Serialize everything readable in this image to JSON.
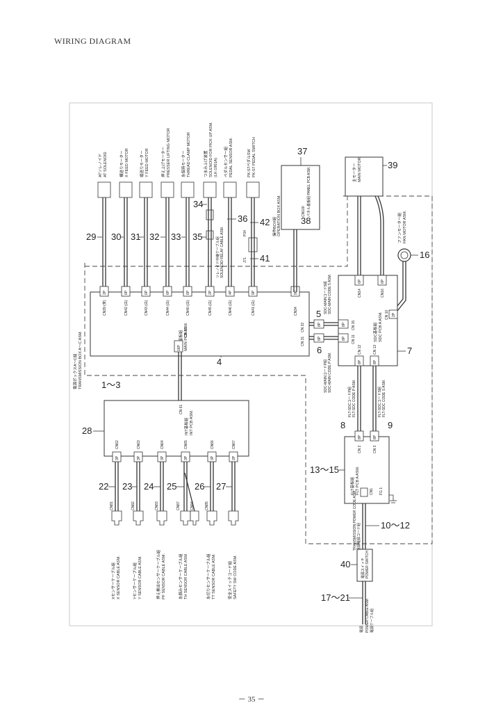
{
  "page": {
    "title": "WIRING DIAGRAM",
    "page_number": "－ 35 －"
  },
  "devices": [
    {
      "jp": "ATソレノイド",
      "en": "AT SOLENOID"
    },
    {
      "jp": "横送りモーター",
      "en": "X FEED MOTOR"
    },
    {
      "jp": "縦送りモーター",
      "en": "Y FEED MOTOR"
    },
    {
      "jp": "押え上げモーター",
      "en": "PRESSER LIFTING MOTOR"
    },
    {
      "jp": "糸保持モーター",
      "en": "THREAD CLAMP MOTOR"
    },
    {
      "jp": "つまみ上げ装置",
      "en": "SOLENOID FOR PICK UP ASM.",
      "extra": "(LK-1901A)"
    },
    {
      "jp": "ペダルセンサー組",
      "en": "PEDAL SENSOR ASM."
    },
    {
      "jp": "PK-57ペダルSW",
      "en": "PK-57 PEDAL SWITCH"
    }
  ],
  "cable_numbers": [
    "29",
    "30",
    "31",
    "32",
    "33",
    "35",
    "34",
    "36",
    "42",
    "41"
  ],
  "relay": {
    "jp": "ソレノイド中継ケーブル組",
    "en": "SOLENOID RELAY CABLE ASM."
  },
  "pk57_connectors": [
    "P34",
    "J71"
  ],
  "operation_box": {
    "num": "37",
    "jp": "操作BOX組",
    "en": "OPERATION BOX ASM.",
    "pcb": "パネル基板組 PANEL PCB ASM.",
    "cn": "CN100",
    "sub": "38"
  },
  "main_motor": {
    "num": "39",
    "jp": "主モーター",
    "en": "MAIN MOTOR"
  },
  "fan_motor": {
    "num": "16",
    "jp": "ファンモーター組",
    "en": "FAN MOTOR ASM."
  },
  "transmission_box": {
    "jp": "電源ボックスA〜C組",
    "en": "TRANSMISSION BOX A〜C ASM.",
    "num": "1〜3"
  },
  "main_pcb": {
    "num": "4",
    "jp": "MAIN基板組",
    "en": "MAIN PCB ASM.",
    "cn38": "CN 38",
    "cn38_pin": "16P",
    "connectors": [
      {
        "cn": "CN39 (茶)",
        "pins": "2P"
      },
      {
        "cn": "CN42 (白)",
        "pins": "6P"
      },
      {
        "cn": "CN43 (白)",
        "pins": "6P"
      },
      {
        "cn": "CN44 (白)",
        "pins": "6P"
      },
      {
        "cn": "CN40 (白)",
        "pins": "6P"
      },
      {
        "cn": "CN45 (白)",
        "pins": "2P"
      },
      {
        "cn": "CN46 (白)",
        "pins": "4P"
      },
      {
        "cn": "CN41 (白)",
        "pins": "9P"
      },
      {
        "cn": "CN34",
        "pins": "9P"
      }
    ],
    "right_cn": [
      "CN 32",
      "CN 31"
    ]
  },
  "sdc_pcb": {
    "num": "7",
    "jp": "SDC基板組",
    "en": "SDC PCB A ASM.",
    "cn14": "CN14",
    "cn14_pin": "6P",
    "cn16": "CN16",
    "cn16_pin": "6P",
    "cn10": "CN 10",
    "cn10_pin": "2P",
    "cn12": "CN 12",
    "cn13": "CN 13",
    "pin8": "8P",
    "cn15": "CN 15",
    "cn11": "CN 11",
    "main_code5": {
      "num": "5",
      "jp": "SDC-MAINコード5組",
      "en": "SDC-MAIN CODE 5 ASM."
    },
    "main_code6": {
      "num": "6",
      "jp": "SDC-MAINコードP組",
      "en": "SDC-MAIN CODE P ASM."
    }
  },
  "flt_codes": [
    {
      "num": "8",
      "jp": "FLT-SDCコードP組",
      "en": "FLT-SDC CODE P ASM."
    },
    {
      "num": "9",
      "jp": "FLT-SDCコードS組",
      "en": "FLT-SDC CODE S ASM."
    }
  ],
  "flt_pcb": {
    "num": "13〜15",
    "jp": "FLT基板組",
    "en": "FLT PCB A ASM.",
    "cn2": "CN 2",
    "cn3": "CN 3",
    "cn1": "CN1",
    "fg": "FG 1"
  },
  "trans_power": {
    "num": "10〜12",
    "en": "TRANSMISSION POWER CODE ASM.",
    "jp": "電源電源コード組"
  },
  "power_switch": {
    "num": "40",
    "jp": "電源スイッチ",
    "en": "POWER SWITCH"
  },
  "power_cable": {
    "num": "17〜21",
    "jp": "電源ケーブル組",
    "en": "POWER CABLE ASM.",
    "title": "電源"
  },
  "int_pcb": {
    "num": "28",
    "jp": "INT基板組",
    "en": "INT PCB ASM.",
    "cn": "CN 61",
    "connectors": [
      {
        "cn": "CN62",
        "pins": "3P"
      },
      {
        "cn": "CN63",
        "pins": "3P"
      },
      {
        "cn": "CN64",
        "pins": "3P"
      },
      {
        "cn": "CN65",
        "pins": "3P"
      },
      {
        "cn": "CN66",
        "pins": "3P"
      },
      {
        "cn": "CN67",
        "pins": "2P"
      }
    ]
  },
  "sensor_numbers": [
    "22",
    "23",
    "24",
    "25",
    "26",
    "27"
  ],
  "sensor_cn": [
    "CN81",
    "CN82",
    "CN83",
    "CN87",
    "CN84",
    "CN85"
  ],
  "sensors": [
    {
      "jp": "Xセンサーケーブル組",
      "en": "X SENSOR CABLE ASM."
    },
    {
      "jp": "Yセンサーケーブル組",
      "en": "Y SENSOR CABLE ASM."
    },
    {
      "jp": "押え検出センサーケーブル組",
      "en": "PF SENSOR CABLE ASM."
    },
    {
      "jp": "糸掴みセンサーケーブル組",
      "en": "TH SENSOR CABLE ASM."
    },
    {
      "jp": "糸切りセンサーケーブル組",
      "en": "TT SENSOR CABLE ASM."
    },
    {
      "jp": "安全スイッチコード組",
      "en": "SAFETY SW CODE ASM."
    }
  ]
}
